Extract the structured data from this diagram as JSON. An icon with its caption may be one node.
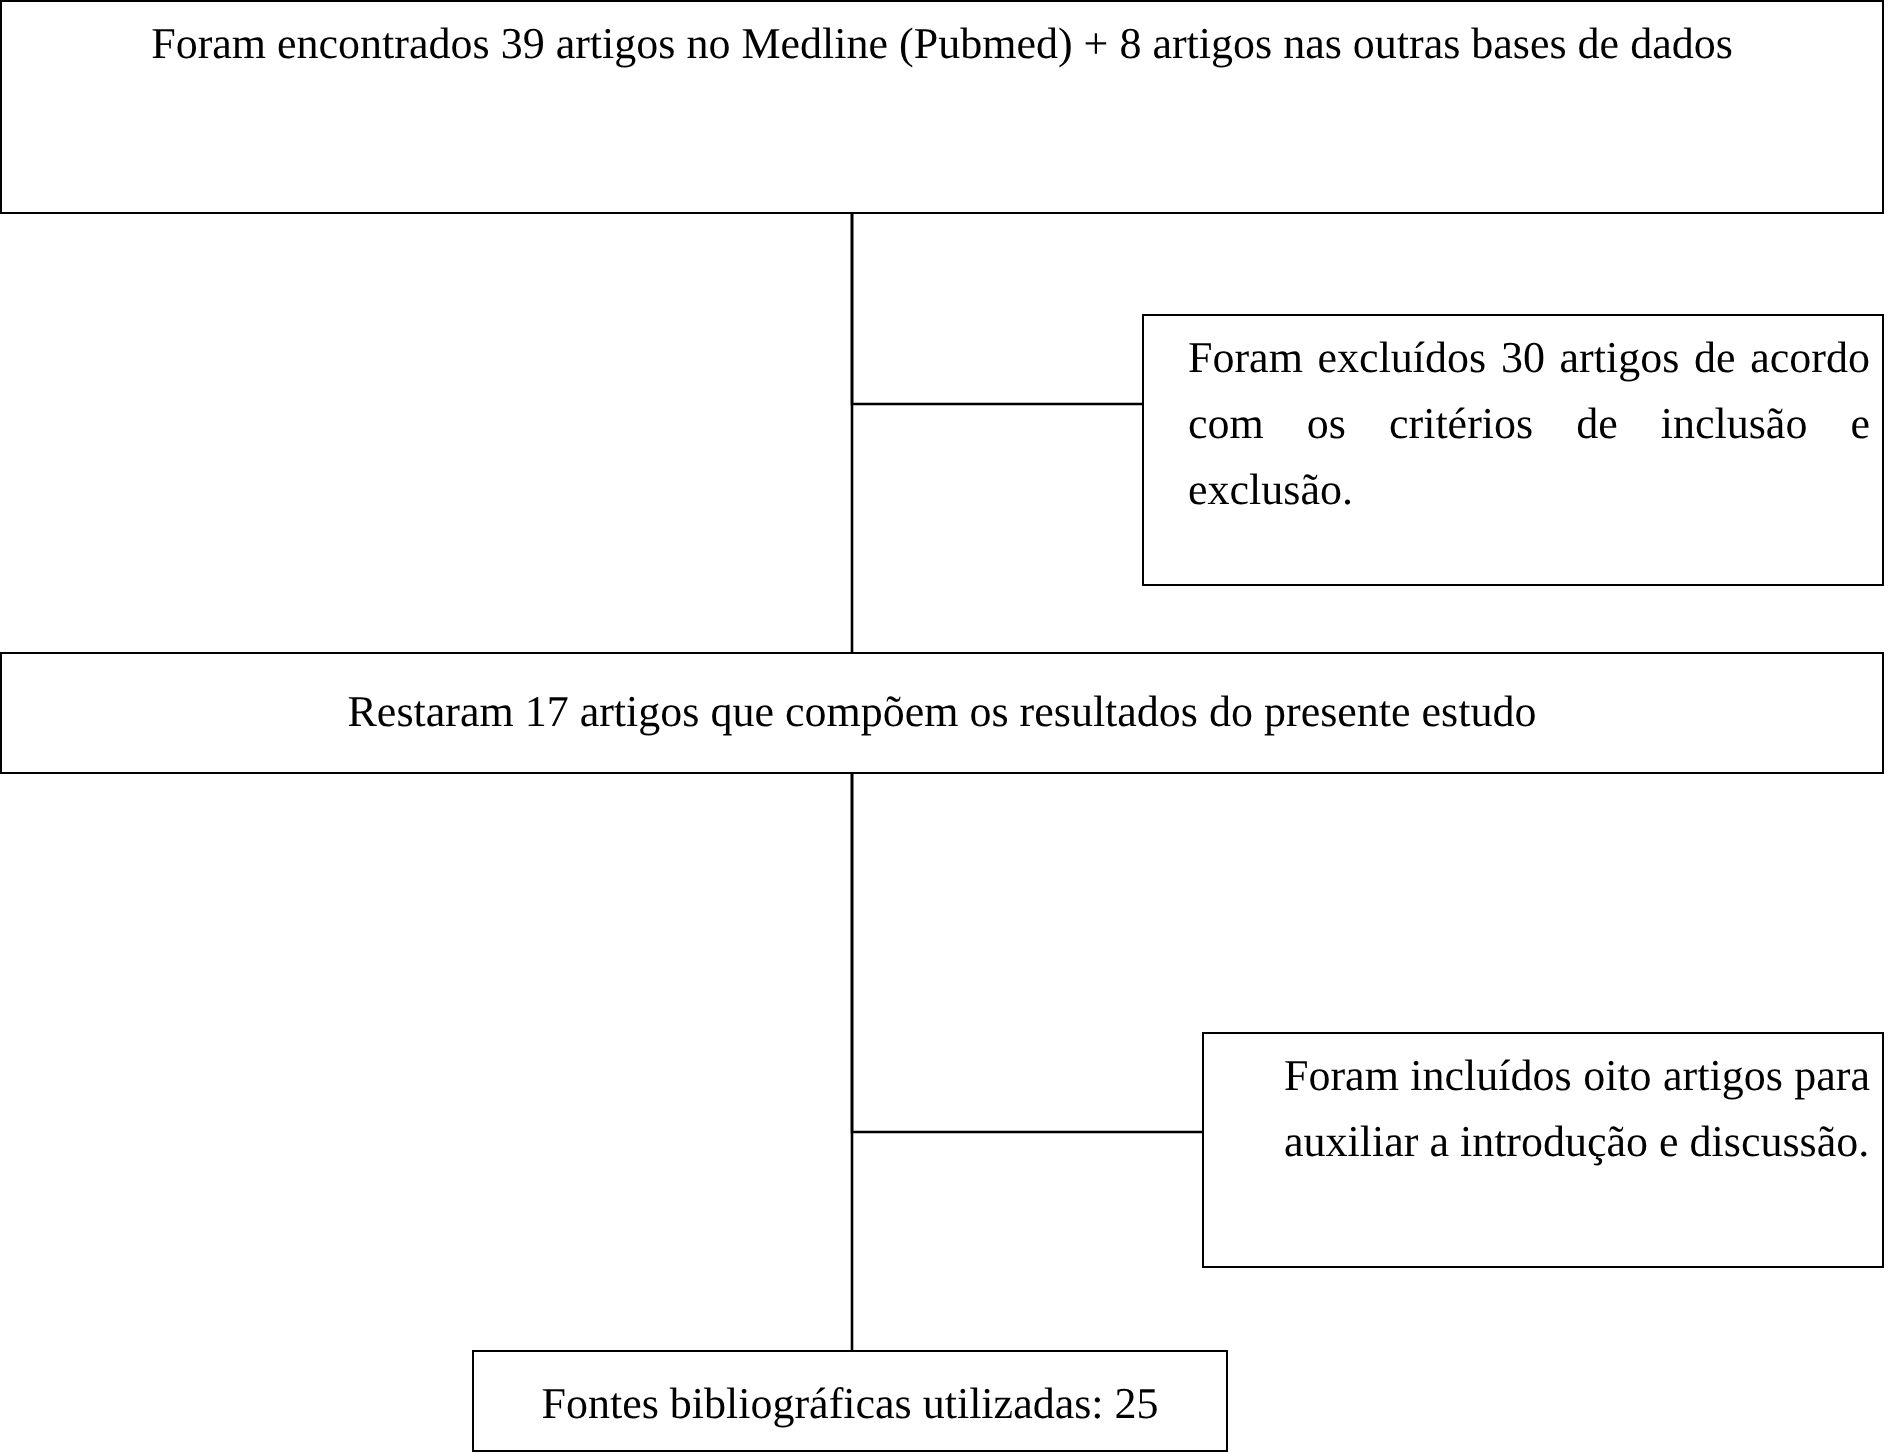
{
  "diagram": {
    "nodes": [
      {
        "text": [
          "Foram encontrados 39 artigos no Medline (Pubmed) + 8 artigos nas outras bases de dados"
        ]
      },
      {
        "text": [
          "Foram excluídos 30 artigos de acordo com os critérios de inclusão e exclusão."
        ]
      },
      {
        "text": [
          "Restaram 17 artigos que compõem os resultados do presente estudo"
        ]
      },
      {
        "text": [
          "Foram incluídos oito artigos para auxiliar a introdução e discussão."
        ]
      },
      {
        "text": [
          "Fontes bibliográficas utilizadas: 25"
        ]
      }
    ],
    "edges": [
      {
        "from": 0,
        "to": 2,
        "arrow": "none"
      },
      {
        "from": 0,
        "to": 1,
        "arrow": "none"
      },
      {
        "from": 2,
        "to": 4,
        "arrow": "none"
      },
      {
        "from": 2,
        "to": 3,
        "arrow": "none"
      }
    ]
  }
}
